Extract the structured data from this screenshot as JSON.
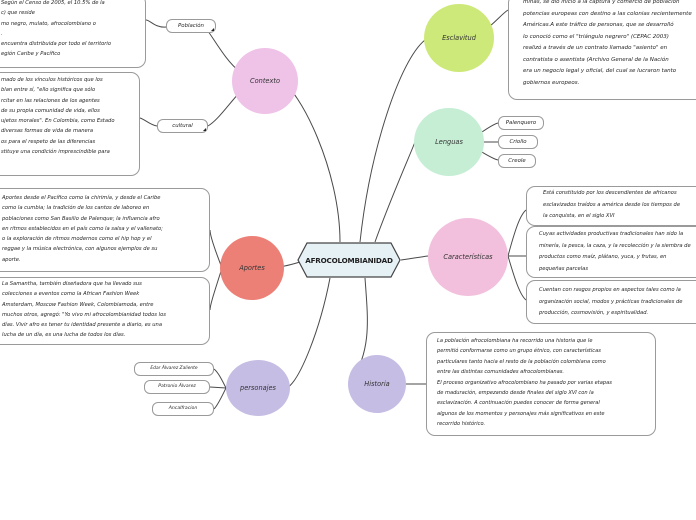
{
  "central": "AFROCOLOMBIANIDAD",
  "branches": {
    "contexto": {
      "label": "Contexto",
      "tags": {
        "poblacion": "Población",
        "cultural": "cultural"
      },
      "poblacion_text": "Según el Censo de 2005, el 10.5% de la\nc) que reside\nmo negro, mulato, afrocolombiano o\n.\nencuentra distribuida por todo el territorio\negión Caribe y Pacífico",
      "cultural_text": "mado de los vínculos históricos que los\nblan entre sí, \"ello significa que sólo\nrcitar en las relaciones de los agentes\nde su propia comunidad de vida, ellos\nujetos morales\". En Colombia, como Estado\ndiversas formas de vida de manera\nos para el respeto de las diferencias\nstituye una condición imprescindible para"
    },
    "aportes": {
      "label": "Aportes",
      "text_1": "Aportes desde el Pacífico como la chirimía, y desde el Caribe\ncomo la cumbia; la tradición de los cantos de laboreo en\npoblaciones como San Basilio de Palenque; la influencia afro\nen ritmos establecidos en el país como la salsa y el vallenato;\no la exploración de ritmos modernos como el hip hop y el\nreggae y la música electrónica, con algunos ejemplos de su\naporte.",
      "text_2": "La Samantha, también diseñadora que ha llevado sus\ncolecciones a eventos como la African Fashion Week\nAmsterdam, Moscow Fashion Week, Colombiamoda, entre\nmuchos otros, agregó: \"Yo vivo mi afrocolombianidad todos los\ndías. Vivir afro es tener tu identidad presente a diario, es una\nlucha de un día, es una lucha de todos los días."
    },
    "personajes": {
      "label": "personajes",
      "items": [
        "Edar Álvarez Zaliente",
        "Patronio Álvarez",
        "Ancalfracion"
      ]
    },
    "esclavitud": {
      "label": "Esclavitud",
      "text": "minas, se dio inicio a la captura y comercio de población\npotencias europeas con destino a las colonias recientemente\nAméricas.A este tráfico de personas, que se desarrolló\nlo conoció como el \"triángulo negrero\" (CEPAC 2003)\nrealizó a través de un contrato llamado \"asiento\" en\ncontratista o asentista (Archivo General de la Nación\nera un negocio legal y oficial, del cual se lucraron tanto\ngobiernos europeos."
    },
    "lenguas": {
      "label": "Lenguas",
      "items": [
        "Palenquero",
        "Criollo",
        "Creole"
      ]
    },
    "caracteristicas": {
      "label": "Características",
      "text_1": "Está constituido por los descendientes de africanos\nesclavizados traídos a américa desde los tiempos de\nla conquista, en el siglo XVI",
      "text_2": "Cuyas actividades productivas tradicionales han sido la\nminería, la pesca, la caza, y la recolección y la siembra de\nproductos como maíz, plátano, yuca, y frutas, en\npequeñas parcelas",
      "text_3": "Cuentan con rasgos propios en aspectos tales como la\norganización social, modos y prácticas tradicionales de\nproducción, cosmovisión, y espiritualidad."
    },
    "historia": {
      "label": "Historia",
      "text": "La población afrocolombiana ha recorrido una historia que le\npermitió conformarse como un grupo étnico, con características\nparticulares tanto hacia el resto de la población colombiana como\nentre las distintas comunidades afrocolombianas.\nEl proceso organizativo afrocolombiano ha pasado por varias etapas\nde maduración, empezando desde finales del siglo XVI con la\nesclavización. A continuación puedes conocer de forma general\nalgunos de los momentos y personajes más significativos en este\nrecorrido histórico."
    }
  },
  "colors": {
    "contexto": "#efc2e8",
    "aportes": "#ec8077",
    "personajes": "#c6bde4",
    "esclavitud": "#cde979",
    "lenguas": "#c6eed5",
    "caracteristicas": "#f2c0dd",
    "historia": "#c6bde4",
    "central_fill": "#e6f1f6",
    "line": "#4a4a4a"
  }
}
